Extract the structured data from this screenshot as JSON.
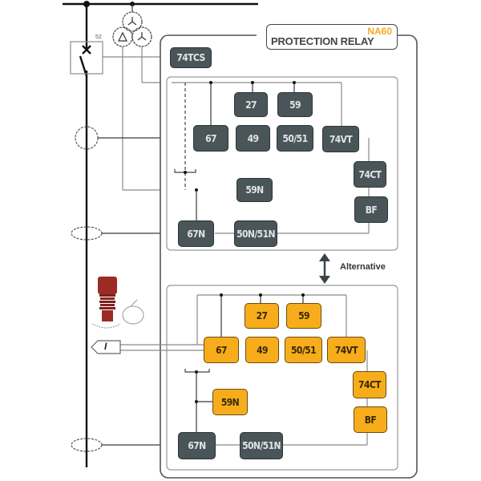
{
  "title": {
    "model": "NA60",
    "name": "PROTECTION RELAY"
  },
  "breaker": {
    "label": "52"
  },
  "alternative_label": "Alternative",
  "sensor_label": "I",
  "colors": {
    "dark_block": "#4a5559",
    "amber_block": "#f7ad1b",
    "title_accent": "#f5a823"
  },
  "trip_block": "74TCS",
  "configuration_vt": {
    "blocks": [
      "27",
      "59",
      "67",
      "49",
      "50/51",
      "74VT",
      "74CT",
      "59N",
      "BF",
      "67N",
      "50N/51N"
    ]
  },
  "configuration_sensor": {
    "blocks": [
      "27",
      "59",
      "67",
      "49",
      "50/51",
      "74VT",
      "74CT",
      "59N",
      "BF",
      "67N",
      "50N/51N"
    ]
  }
}
